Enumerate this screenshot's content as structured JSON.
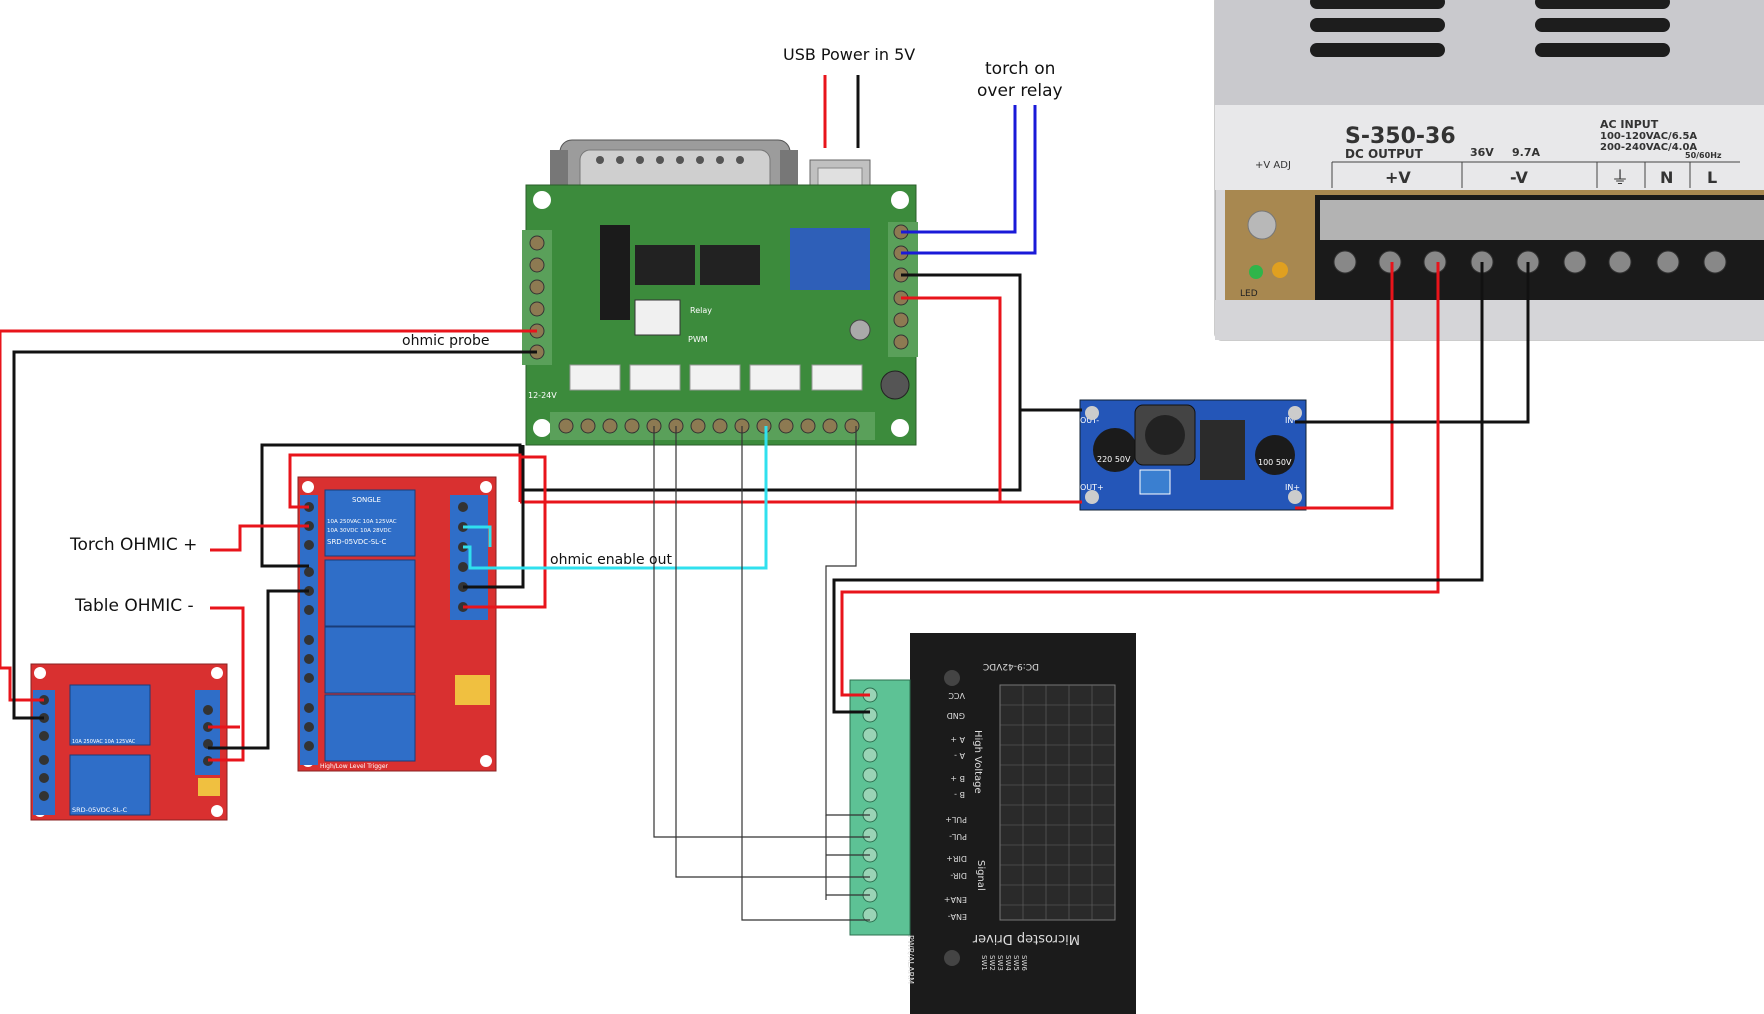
{
  "labels": {
    "usb_power": "USB Power in 5V",
    "torch_on_1": "torch on",
    "torch_on_2": "over relay",
    "ohmic_probe": "ohmic probe",
    "torch_ohmic": "Torch OHMIC +",
    "table_ohmic": "Table OHMIC -",
    "ohmic_enable": "ohmic enable out"
  },
  "psu": {
    "model": "S-350-36",
    "dc_output": "DC OUTPUT",
    "voltage": "36V",
    "current": "9.7A",
    "ac_input_1": "AC INPUT",
    "ac_input_2": "100-120VAC/6.5A",
    "ac_input_3": "200-240VAC/4.0A",
    "freq": "50/60Hz",
    "adj": "+V ADJ",
    "plus_v": "+V",
    "minus_v": "-V",
    "n": "N",
    "l": "L",
    "led": "LED"
  },
  "relay": {
    "model": "SRD-05VDC-SL-C",
    "brand": "SONGLE",
    "rating_1": "10A 250VAC 10A 125VAC",
    "rating_2": "10A 30VDC 10A 28VDC",
    "trigger": "High/Low Level Trigger"
  },
  "bob": {
    "supply": "12-24V",
    "relay_lbl": "Relay",
    "pwm_lbl": "PWM"
  },
  "buck": {
    "cap1": "220 50V",
    "cap2": "100 50V",
    "out_minus": "OUT-",
    "out_plus": "OUT+",
    "in_plus": "IN+",
    "in_minus": "IN-"
  },
  "driver": {
    "title": "Microstep Driver",
    "dc": "DC:9-42VDC",
    "high_voltage": "High Voltage",
    "signal": "Signal",
    "pins": [
      "VCC",
      "GND",
      "A +",
      "A -",
      "B +",
      "B -",
      "PUL+",
      "PUL-",
      "DIR+",
      "DIR-",
      "ENA+",
      "ENA-"
    ],
    "pwr_alarm": "PWR/ALARM",
    "sw": [
      "SW1",
      "SW2",
      "SW3",
      "SW4",
      "SW5",
      "SW6"
    ]
  },
  "colors": {
    "red_wire": "#e8141b",
    "black_wire": "#111111",
    "blue_wire": "#1a1ad8",
    "cyan_wire": "#30e0ee",
    "pcb_green": "#3c8b3c",
    "relay_red": "#d93030",
    "relay_blue": "#2f6ec8",
    "buck_blue": "#2456b8",
    "driver_black": "#1b1b1b",
    "terminal_green": "#5dc295"
  }
}
